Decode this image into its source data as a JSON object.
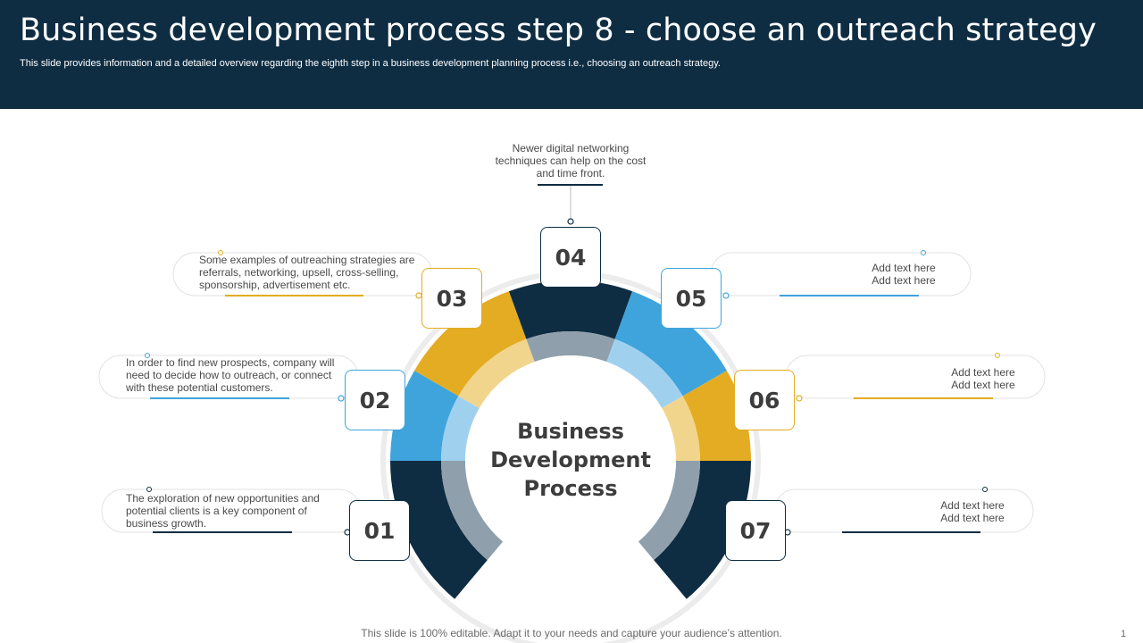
{
  "header": {
    "title": "Business development process step 8 - choose an outreach strategy",
    "subtitle": "This slide provides information and a detailed overview regarding the eighth step in a business development planning process i.e., choosing an outreach strategy."
  },
  "center_label": {
    "line1": "Business",
    "line2": "Development",
    "line3": "Process"
  },
  "colors": {
    "navy": "#0e2d43",
    "blue": "#3fa4dc",
    "gold": "#e3ac22",
    "light_blue": "#9fd1ef",
    "light_gold": "#f2d58c",
    "grey": "#8fa0ac"
  },
  "steps": [
    {
      "number": "01",
      "color": "navy",
      "text_lines": [
        "The exploration of new opportunities and",
        "potential clients is a key component of",
        "business growth."
      ]
    },
    {
      "number": "02",
      "color": "blue",
      "text_lines": [
        "In order to find new prospects, company will",
        "need to decide how to  outreach, or connect",
        "with these potential customers."
      ]
    },
    {
      "number": "03",
      "color": "gold",
      "text_lines": [
        "Some examples of outreaching strategies are",
        "referrals, networking, upsell, cross-selling,",
        "sponsorship, advertisement etc."
      ]
    },
    {
      "number": "04",
      "color": "navy",
      "text_lines": [
        "Newer digital networking",
        "techniques can help on the cost",
        "and time front."
      ]
    },
    {
      "number": "05",
      "color": "blue",
      "text_lines": [
        "Add text here",
        "Add text here"
      ]
    },
    {
      "number": "06",
      "color": "gold",
      "text_lines": [
        "Add text here",
        "Add text here"
      ]
    },
    {
      "number": "07",
      "color": "navy",
      "text_lines": [
        "Add text here",
        "Add text here"
      ]
    }
  ],
  "footer": {
    "note": "This slide is 100% editable. Adapt it to your needs and capture your audience’s attention.",
    "page_number": "1"
  }
}
